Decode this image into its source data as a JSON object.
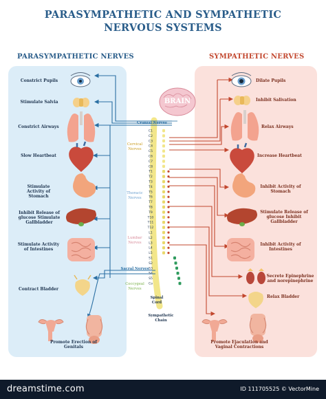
{
  "title_line1": "PARASYMPATHETIC AND SYMPATHETIC",
  "title_line2": "NERVOUS SYSTEMS",
  "left_heading": "PARASYMPATHETIC NERVES",
  "right_heading": "SYMPATHETIC NERVES",
  "brain_label": "BRAIN",
  "colors": {
    "title": "#2a5d8a",
    "left_panel": "#dcedf8",
    "right_panel": "#fbe1dc",
    "left_line": "#2a6fa3",
    "right_line": "#c2472e",
    "cord": "#f2e68a",
    "chain": "#2f9b5e"
  },
  "left_labels": {
    "pupils": "Constrict Pupils",
    "saliva": "Stimulate Salvia",
    "airways": "Constrict Airways",
    "heart": "Slow Heartbeat",
    "stomach": "Stimulate Activity of Stomach",
    "liver": "Inhibit Release of glucose Stimulate Gallbladder",
    "intestines": "Stimulate Activity of Intestines",
    "bladder": "Contract Bladder",
    "genitals": "Promote Erection of Genitals"
  },
  "right_labels": {
    "pupils": "Dilate Pupils",
    "saliva": "Inhibit Salivation",
    "airways": "Relax Airways",
    "heart": "Increase Heartbeat",
    "stomach": "Inhibit Activity of Stomach",
    "liver": "Stimulate Release of glucose Inhibit Gallbladder",
    "intestines": "Inhibit Activity of Intestines",
    "adrenal": "Secrete Epinephrine and norepinephrine",
    "bladder": "Relax Bladder",
    "genitals": "Promote Ejaculation and Vaginal Contractions"
  },
  "center_labels": {
    "cranial": "Cranial Nerves",
    "cervical": "Cervical Nerves",
    "thoracic": "Thoracic Nerves",
    "lumbar": "Lumbar Nerves",
    "sacral": "Sacral Nerves",
    "coccygeal": "Coccygeal Nerves",
    "spinal_cord": "Spinal Cord",
    "sympathetic_chain": "Sympathetic Chain"
  },
  "vertebrae": [
    "C1",
    "C2",
    "C3",
    "C4",
    "C5",
    "C6",
    "C7",
    "C8",
    "T1",
    "T2",
    "T3",
    "T4",
    "T5",
    "T6",
    "T7",
    "T8",
    "T9",
    "T10",
    "T11",
    "T12",
    "L1",
    "L2",
    "L3",
    "L4",
    "L5",
    "S1",
    "S2",
    "S3",
    "S4",
    "S5",
    "Co"
  ],
  "footer": {
    "watermark": "dreamstime.com",
    "image_id": "ID 111705525 © VectorMine"
  }
}
